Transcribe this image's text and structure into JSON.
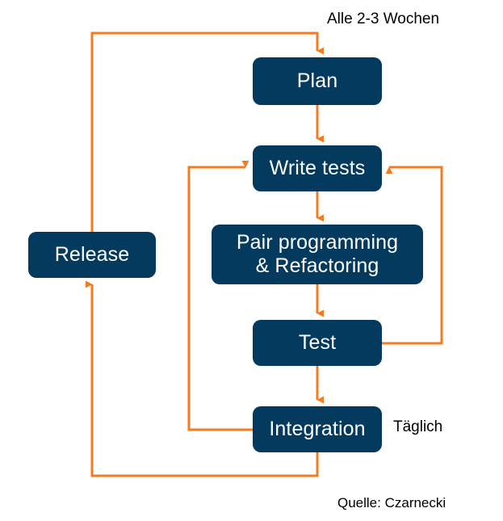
{
  "diagram": {
    "title_text": "Alle 2-3 Wochen",
    "colors": {
      "node_fill": "#053A5F",
      "node_text": "#FFFFFF",
      "arrow": "#F47B20",
      "background": "#FFFFFF",
      "label_text": "#000000"
    },
    "nodes": [
      {
        "id": "plan",
        "label": "Plan"
      },
      {
        "id": "write_tests",
        "label": "Write tests"
      },
      {
        "id": "pair",
        "label": "Pair programming\n& Refactoring"
      },
      {
        "id": "test",
        "label": "Test"
      },
      {
        "id": "integration",
        "label": "Integration"
      },
      {
        "id": "release",
        "label": "Release"
      }
    ],
    "labels": [
      {
        "id": "cadence",
        "text": "Alle 2-3 Wochen"
      },
      {
        "id": "daily",
        "text": "Täglich"
      },
      {
        "id": "source",
        "text": "Quelle: Czarnecki"
      }
    ],
    "edges": [
      {
        "id": "release-to-plan",
        "from": "release",
        "to": "plan",
        "kind": "orthogonal-up-right-down"
      },
      {
        "id": "plan-to-write",
        "from": "plan",
        "to": "write_tests",
        "kind": "straight-down"
      },
      {
        "id": "write-to-pair",
        "from": "write_tests",
        "to": "pair",
        "kind": "straight-down"
      },
      {
        "id": "pair-to-test",
        "from": "pair",
        "to": "test",
        "kind": "straight-down"
      },
      {
        "id": "test-to-write",
        "from": "test",
        "to": "write_tests",
        "kind": "orthogonal-right-up-left"
      },
      {
        "id": "test-to-integration",
        "from": "test",
        "to": "integration",
        "kind": "straight-down"
      },
      {
        "id": "integration-to-write",
        "from": "integration",
        "to": "write_tests",
        "kind": "orthogonal-left-up-right"
      },
      {
        "id": "integration-to-release",
        "from": "integration",
        "to": "release",
        "kind": "orthogonal-down-left-up"
      }
    ]
  }
}
